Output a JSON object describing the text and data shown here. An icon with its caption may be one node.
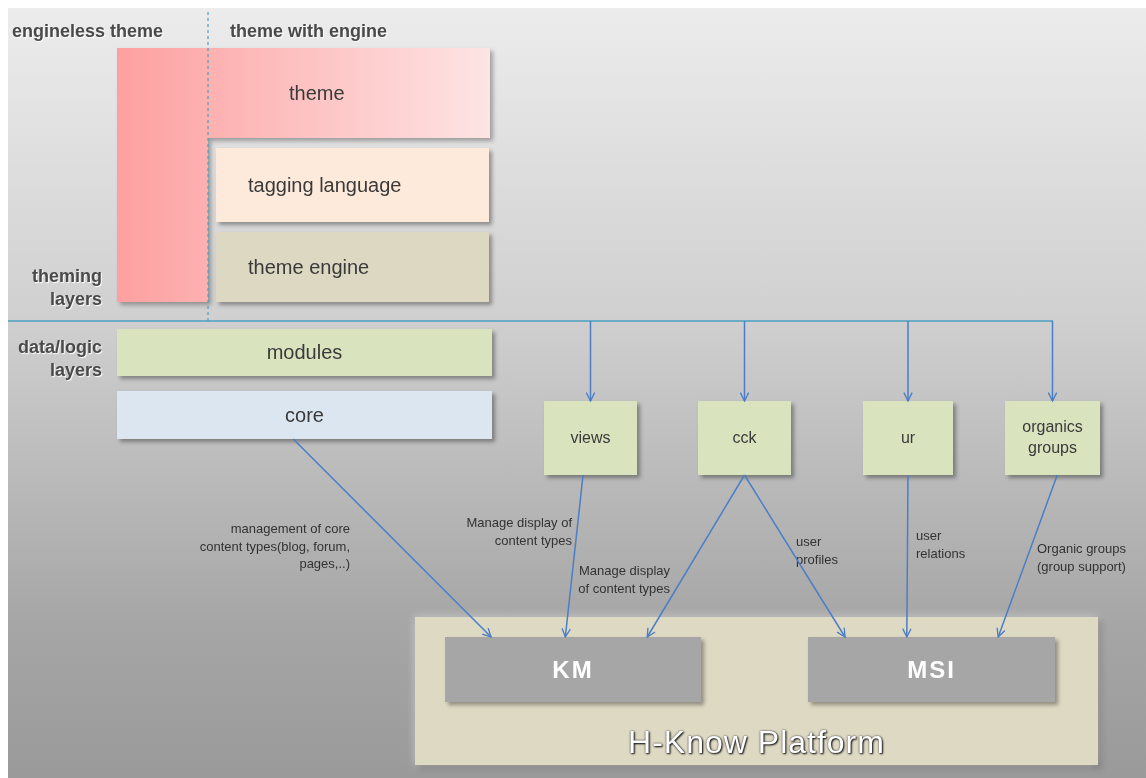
{
  "diagram": {
    "nodes": [
      {
        "text": [
          "theme"
        ]
      },
      {
        "text": [
          "tagging language"
        ]
      },
      {
        "text": [
          "theme engine"
        ]
      },
      {
        "text": [
          "modules"
        ]
      },
      {
        "text": [
          "core"
        ]
      },
      {
        "text": [
          "views"
        ]
      },
      {
        "text": [
          "cck"
        ]
      },
      {
        "text": [
          "ur"
        ]
      },
      {
        "text": [
          "organics groups"
        ]
      },
      {
        "text": [
          "H-Know Platform"
        ]
      },
      {
        "text": [
          "KM"
        ],
        "in": 9
      },
      {
        "text": [
          "MSI"
        ],
        "in": 9
      }
    ],
    "edges": [
      {
        "from": null,
        "to": 5,
        "arrow": "to"
      },
      {
        "from": null,
        "to": 6,
        "arrow": "to"
      },
      {
        "from": null,
        "to": 7,
        "arrow": "to"
      },
      {
        "from": null,
        "to": 8,
        "arrow": "to"
      },
      {
        "from": 4,
        "to": 10,
        "arrow": "to",
        "label": "management of core content types(blog, forum, pages,..)"
      },
      {
        "from": 5,
        "to": 10,
        "arrow": "to",
        "label": "Manage display of content types"
      },
      {
        "from": 6,
        "to": 10,
        "arrow": "to",
        "label": "Manage display of content types"
      },
      {
        "from": 6,
        "to": 11,
        "arrow": "to",
        "label": "user profiles"
      },
      {
        "from": 7,
        "to": 11,
        "arrow": "to",
        "label": "user relations"
      },
      {
        "from": 8,
        "to": 11,
        "arrow": "to",
        "label": "Organic groups (group support)"
      }
    ],
    "labels": [
      "engineless theme",
      "theme with engine",
      "theming layers",
      "data/logic layers"
    ]
  }
}
